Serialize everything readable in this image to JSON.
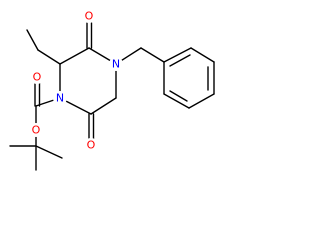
{
  "diagram": {
    "type": "chemical-structure",
    "atoms": [
      {
        "id": "N1",
        "label": "N",
        "color": "#0000ff"
      },
      {
        "id": "N4",
        "label": "N",
        "color": "#0000ff"
      },
      {
        "id": "O_ring_top",
        "label": "O",
        "color": "#ff0000"
      },
      {
        "id": "O_ring_bottom",
        "label": "O",
        "color": "#ff0000"
      },
      {
        "id": "O_carbonyl",
        "label": "O",
        "color": "#ff0000"
      },
      {
        "id": "O_ester",
        "label": "O",
        "color": "#ff0000"
      }
    ],
    "colors": {
      "bond": "#000000",
      "nitrogen": "#0000ff",
      "oxygen": "#ff0000",
      "background": "#ffffff"
    }
  }
}
